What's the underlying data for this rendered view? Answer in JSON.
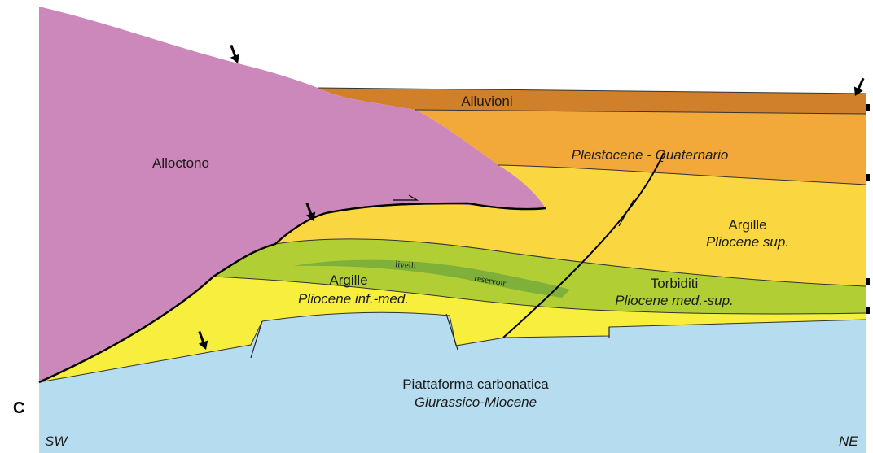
{
  "panel_letter": "C",
  "orientation": {
    "left": "SW",
    "right": "NE"
  },
  "units": {
    "alluvioni": {
      "name": "Alluvioni",
      "color": "#d07f2a"
    },
    "pleistocene": {
      "age": "Pleistocene - Quaternario",
      "color": "#f3a83a"
    },
    "alloctono": {
      "name": "Alloctono",
      "color": "#cc87bb"
    },
    "argille_sup": {
      "name": "Argille",
      "age": "Pliocene sup.",
      "color": "#fad640"
    },
    "torbiditi": {
      "name": "Torbiditi",
      "age": "Pliocene med.-sup.",
      "color": "#b1cf35"
    },
    "reservoir": {
      "word1": "livelli",
      "word2": "reservoir",
      "color": "#7fb03a"
    },
    "argille_inf": {
      "name": "Argille",
      "age": "Pliocene inf.-med.",
      "color": "#f7ee3e"
    },
    "piattaforma": {
      "name": "Piattaforma carbonatica",
      "age": "Giurassico-Miocene",
      "color": "#b5dcef"
    }
  },
  "legend_symbols": [
    "arrow-marker",
    "thrust-fault",
    "normal-fault",
    "shear-sense-arrow"
  ]
}
